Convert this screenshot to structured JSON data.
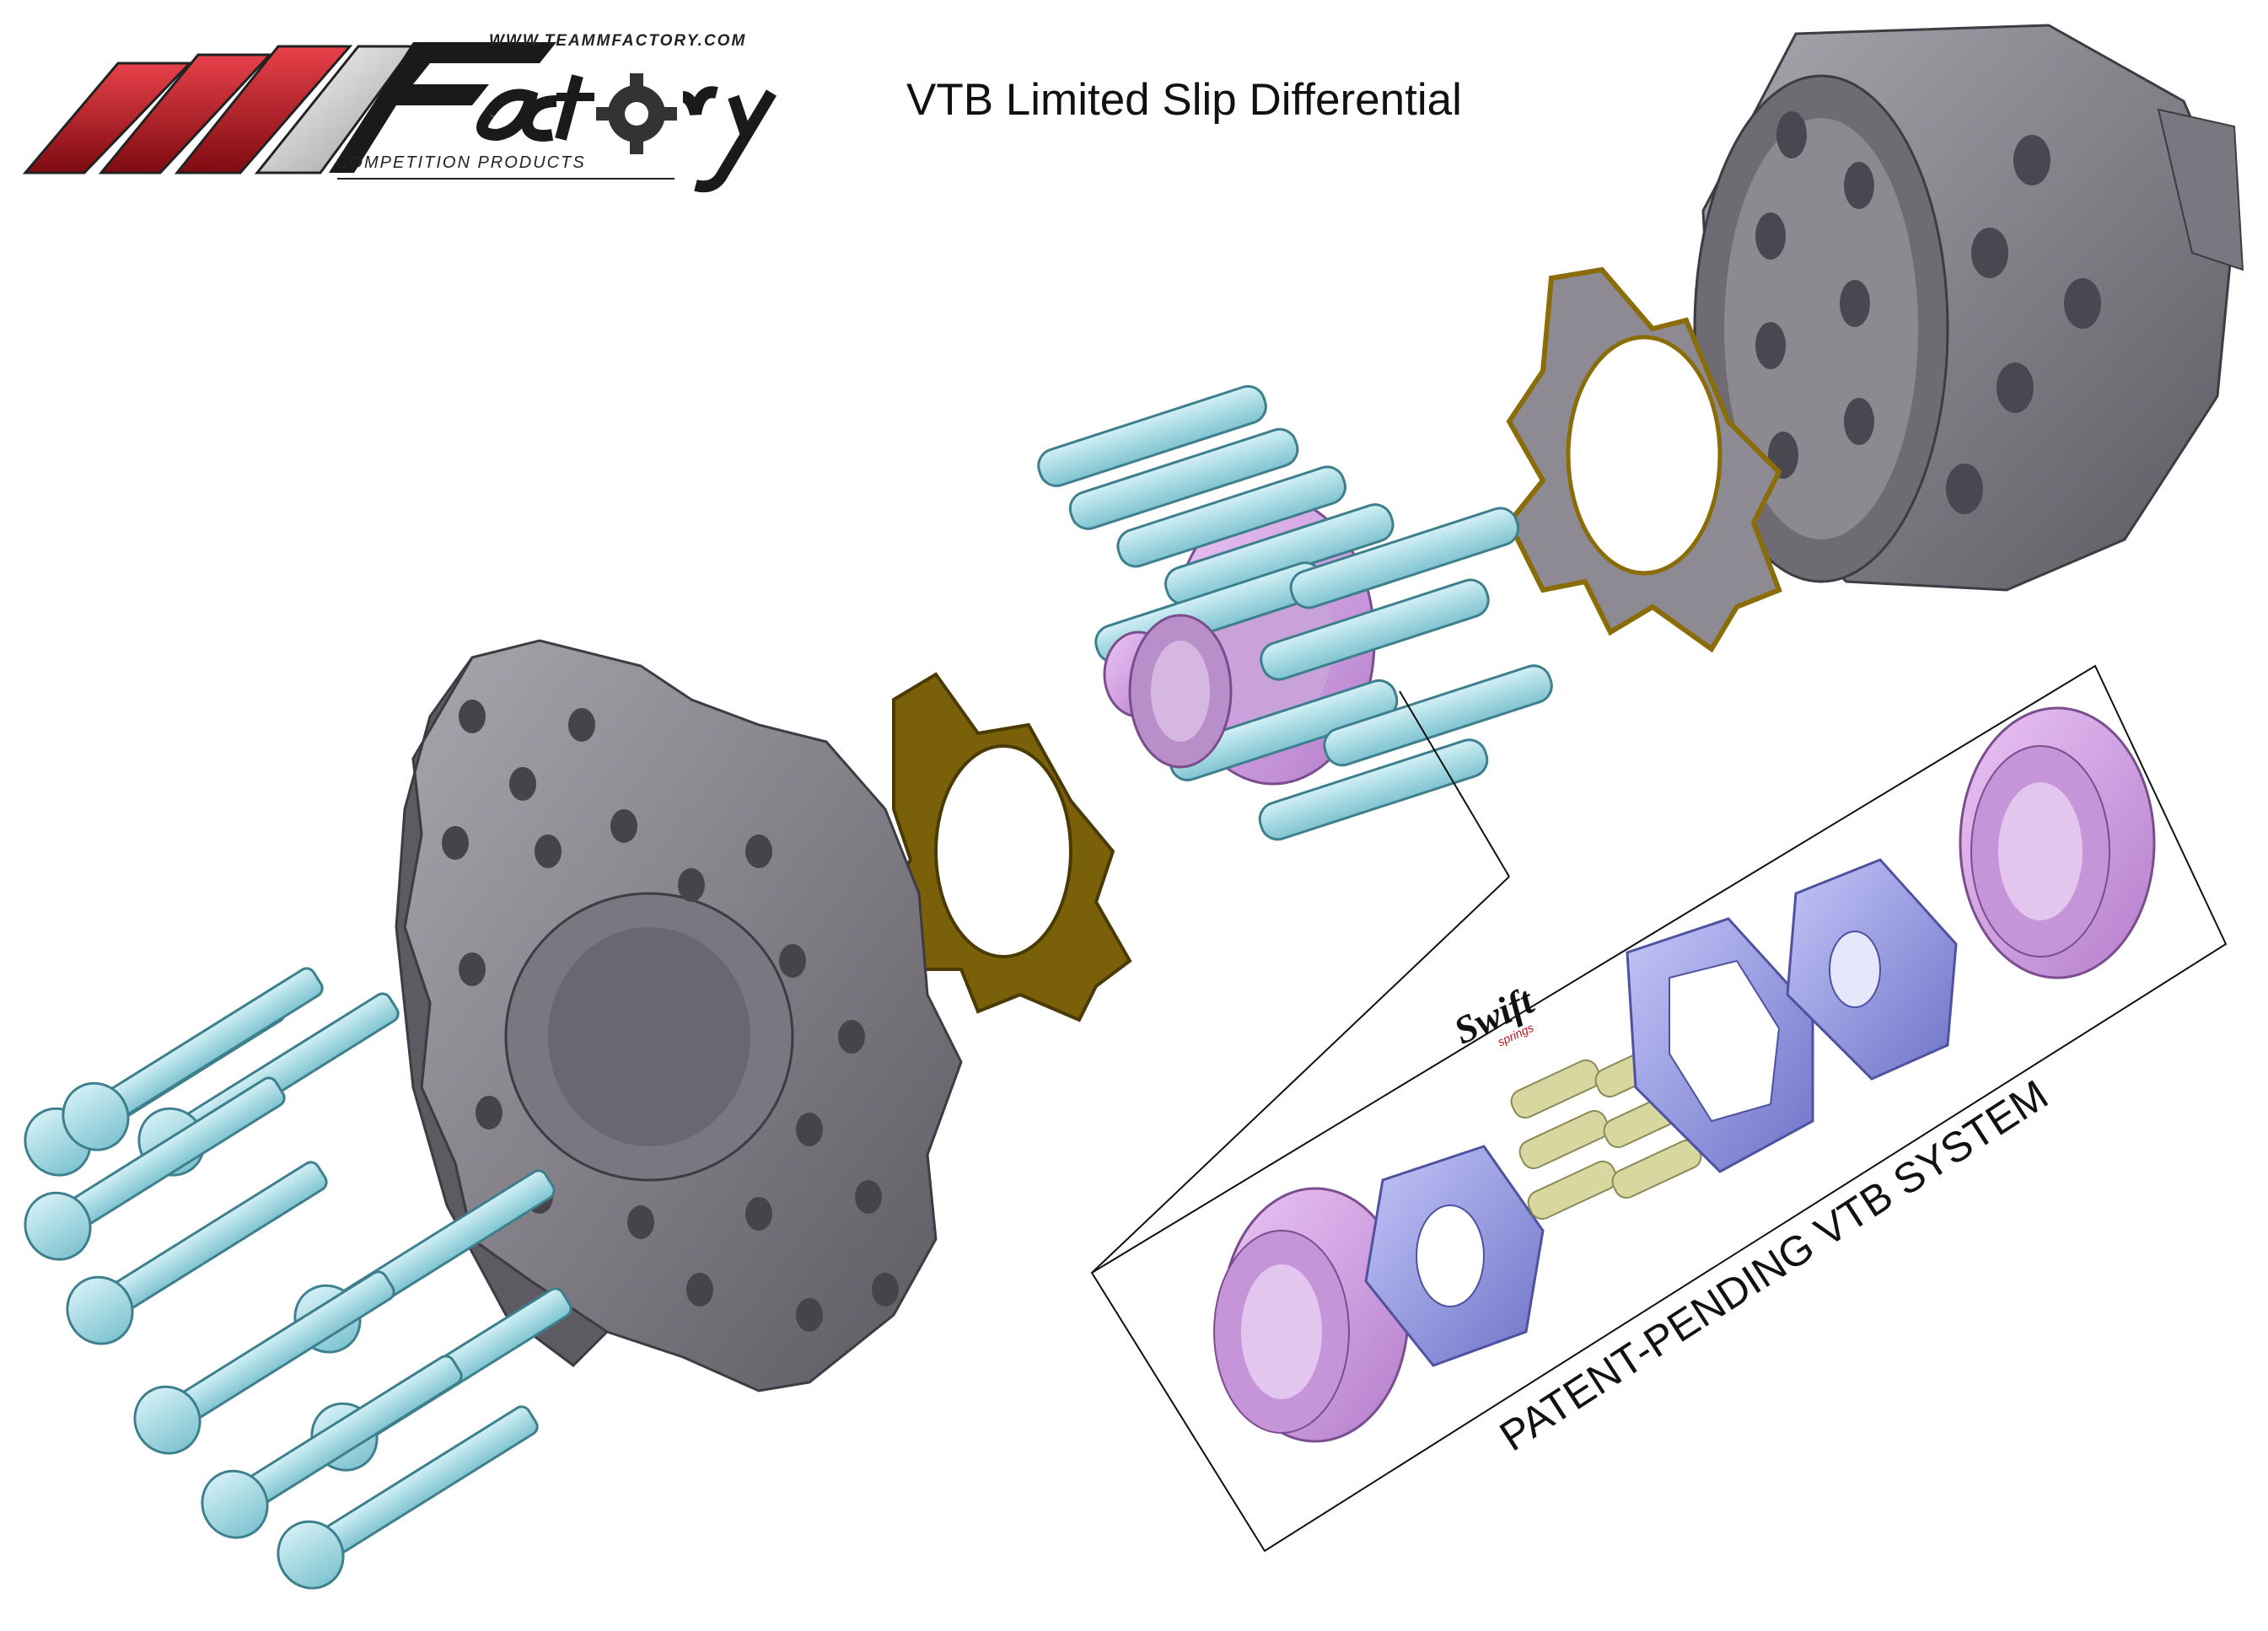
{
  "title": "VTB Limited Slip Differential",
  "logo": {
    "url": "WWW.TEAMMFACTORY.COM",
    "name": "Factory",
    "subtitle": "COMPETITION PRODUCTS"
  },
  "inset": {
    "caption": "PATENT-PENDING VTB SYSTEM",
    "spring_brand": "Swift",
    "spring_brand_sub": "springs"
  },
  "colors": {
    "housing": "#8a8790",
    "housing_dark": "#55525a",
    "pinion": "#a9dde7",
    "side_gear": "#d4a0e8",
    "washer": "#8a6d08",
    "cam": "#8f93e0",
    "spring": "#d8d7a0",
    "logo_red": "#c1121f"
  }
}
